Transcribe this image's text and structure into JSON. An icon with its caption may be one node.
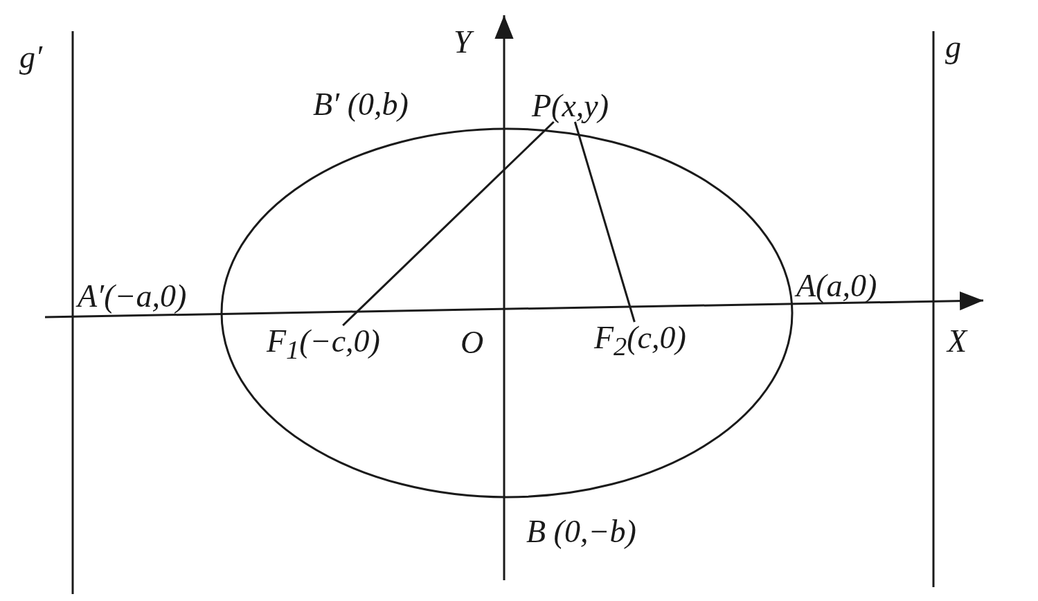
{
  "diagram": {
    "nodes": [
      {
        "text": [
          "P(x,y)"
        ]
      },
      {
        "text": [
          "F$_{1}$(−c,0)"
        ]
      },
      {
        "text": [
          "F$_{2}$(c,0)"
        ]
      }
    ],
    "edges": [
      {
        "from": 0,
        "to": 1,
        "arrow": "none"
      },
      {
        "from": 0,
        "to": 2,
        "arrow": "none"
      }
    ],
    "labels": [
      "g′",
      "Y",
      "g",
      "B′ (0,b)",
      "A′(−a,0)",
      "A(a,0)",
      "O",
      "X",
      "B (0,−b)"
    ]
  }
}
